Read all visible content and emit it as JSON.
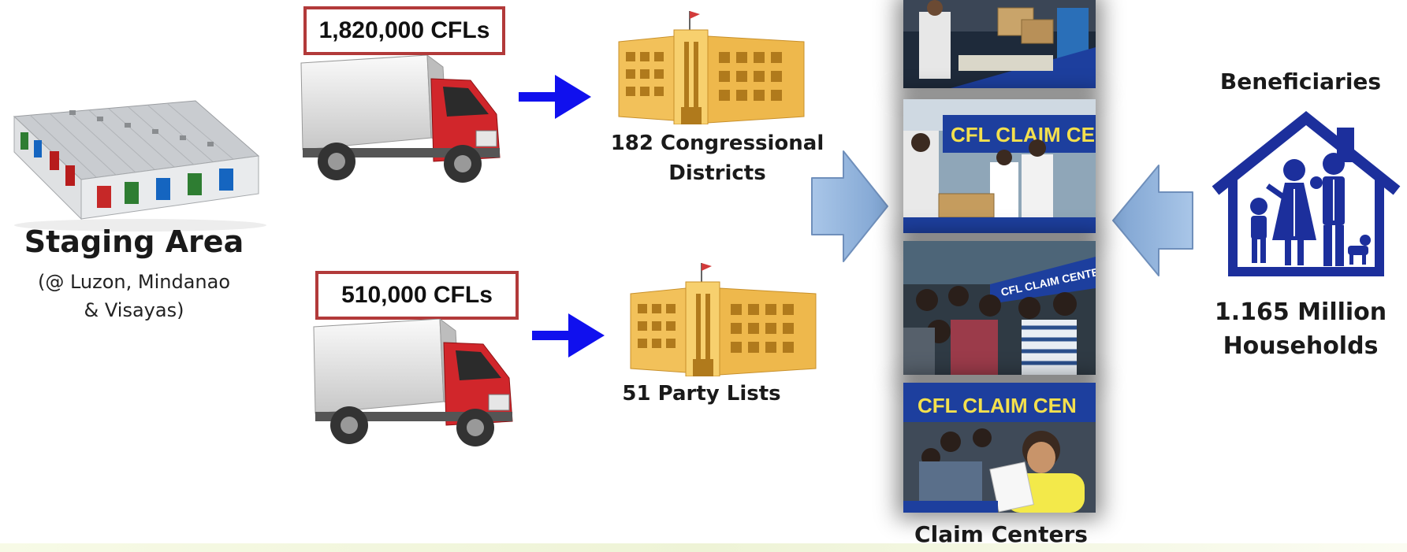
{
  "staging": {
    "title": "Staging Area",
    "subtitle_line1": "(@ Luzon, Mindanao",
    "subtitle_line2": "& Visayas)"
  },
  "route_top": {
    "quantity": "1,820,000 CFLs",
    "destination_line1": "182 Congressional",
    "destination_line2": "Districts"
  },
  "route_bottom": {
    "quantity": "510,000 CFLs",
    "destination": "51 Party Lists"
  },
  "claim_centers": {
    "label": "Claim Centers",
    "banner_1": "CFL CLAIM CE",
    "banner_2": "CFL CLAIM CENTER",
    "banner_3": "CFL CLAIM CEN"
  },
  "beneficiaries": {
    "title": "Beneficiaries",
    "count_line1": "1.165 Million",
    "count_line2": "Households"
  },
  "colors": {
    "arrow_blue": "#1010ee",
    "big_arrow": "#8fb4de",
    "box_border": "#b23a3a",
    "building": "#f2c15a",
    "house_blue": "#1c2f9c",
    "truck_red": "#d1262b"
  }
}
